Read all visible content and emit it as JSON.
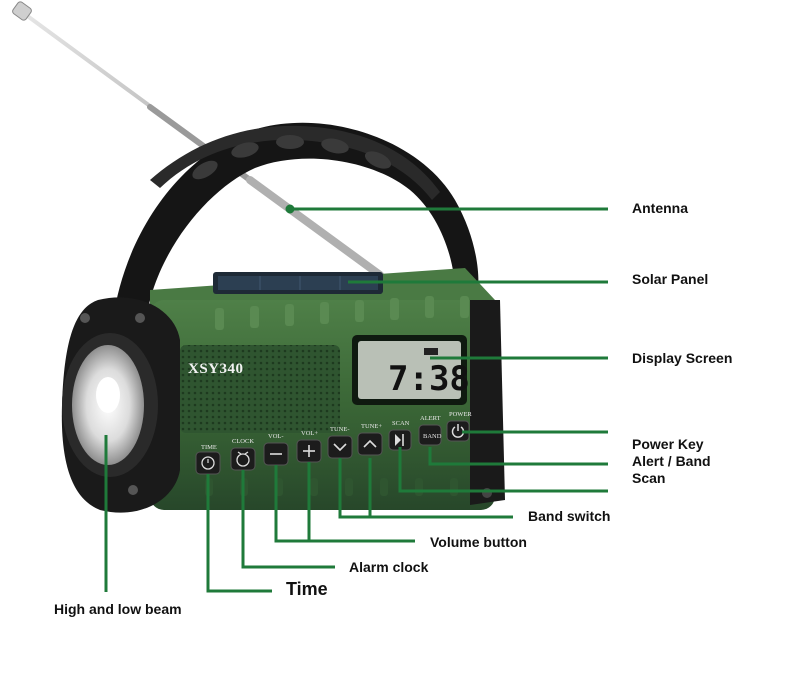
{
  "device": {
    "brand": "XSY340",
    "display_time": "7:38",
    "buttons": [
      {
        "name": "time",
        "label": "TIME",
        "icon": "clock-icon"
      },
      {
        "name": "clock",
        "label": "CLOCK",
        "icon": "alarm-icon"
      },
      {
        "name": "vol-minus",
        "label": "VOL-",
        "icon": "minus-icon"
      },
      {
        "name": "vol-plus",
        "label": "VOL+",
        "icon": "plus-icon"
      },
      {
        "name": "tune-minus",
        "label": "TUNE-",
        "icon": "chevron-down-icon"
      },
      {
        "name": "tune-plus",
        "label": "TUNE+",
        "icon": "chevron-up-icon"
      },
      {
        "name": "scan",
        "label": "SCAN",
        "icon": "play-pause-icon"
      },
      {
        "name": "alert",
        "label": "ALERT",
        "icon": "band-text",
        "face_text": "BAND"
      },
      {
        "name": "power",
        "label": "POWER",
        "icon": "power-icon"
      }
    ]
  },
  "labels": {
    "antenna": "Antenna",
    "solar_panel": "Solar Panel",
    "display_screen": "Display Screen",
    "power_key": "Power Key",
    "alert_band": "Alert / Band",
    "scan": "Scan",
    "band_switch": "Band switch",
    "volume_button": "Volume button",
    "alarm_clock": "Alarm clock",
    "time": "Time",
    "high_low_beam": "High and low beam"
  },
  "colors": {
    "body_green": "#3d6b3a",
    "leader_green": "#1f7a3a",
    "rubber_black": "#1a1a1a",
    "lcd_bg": "#b9c0b6"
  }
}
